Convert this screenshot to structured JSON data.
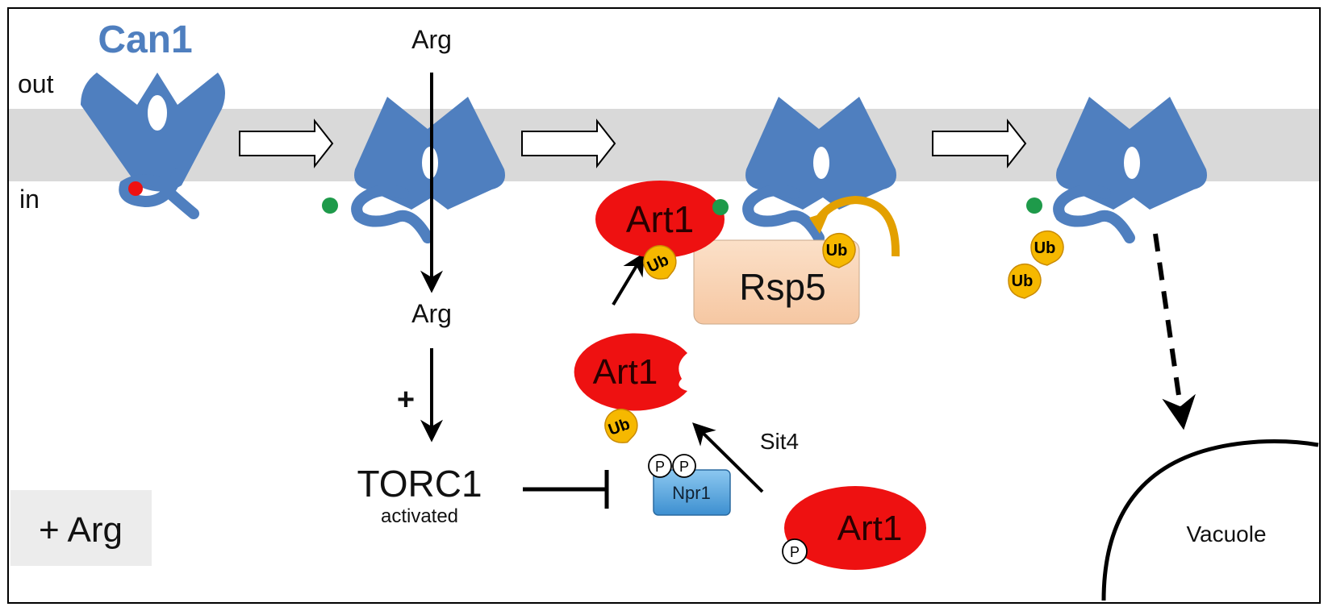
{
  "title": "Can1",
  "compartments": {
    "outside": "out",
    "inside": "in",
    "vacuole": "Vacuole"
  },
  "condition": "+ Arg",
  "substrate": {
    "outside": "Arg",
    "inside": "Arg"
  },
  "torc1": {
    "name": "TORC1",
    "state": "activated",
    "effect_sign": "+"
  },
  "kinase": "Npr1",
  "phosphatase": "Sit4",
  "arrestin": "Art1",
  "ligase": "Rsp5",
  "ubiquitin": "Ub",
  "phospho": "P",
  "colors": {
    "transporter": "#4f7fbf",
    "membrane": "#d9d9d9",
    "arrestin": "#ee1111",
    "ubiquitin": "#f6b800",
    "ubiquitin_border": "#c98a00",
    "ligase_fill": "#f9d3b4",
    "kinase_fill": "#5aa8e0",
    "tag_green": "#1e9a4a",
    "tag_red": "#ee1111"
  }
}
